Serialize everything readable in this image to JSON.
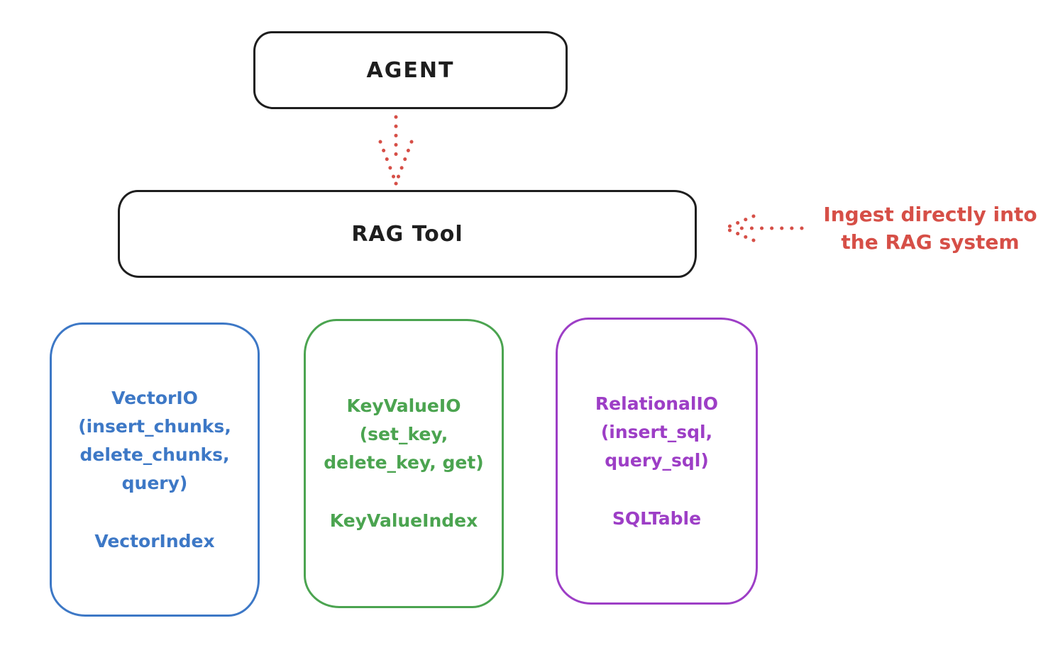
{
  "colors": {
    "black": "#1e1e1e",
    "red": "#d64f47",
    "blue": "#3d78c6",
    "green": "#4ba450",
    "purple": "#9d3ec6",
    "background": "#ffffff"
  },
  "nodes": {
    "agent": {
      "label": "AGENT"
    },
    "rag_tool": {
      "label": "RAG Tool"
    }
  },
  "annotation": {
    "line1": "Ingest directly into",
    "line2": "the RAG system"
  },
  "arrows": {
    "agent_to_rag": "dotted-arrow-down",
    "ingest_into_rag": "dotted-arrow-left"
  },
  "boxes": [
    {
      "name": "VectorIO",
      "lines": [
        "VectorIO",
        "(insert_chunks,",
        "delete_chunks,",
        "query)"
      ],
      "index_label": "VectorIndex",
      "color": "#3d78c6"
    },
    {
      "name": "KeyValueIO",
      "lines": [
        "KeyValueIO",
        "(set_key,",
        "delete_key, get)"
      ],
      "index_label": "KeyValueIndex",
      "color": "#4ba450"
    },
    {
      "name": "RelationalIO",
      "lines": [
        "RelationalIO",
        "(insert_sql,",
        "query_sql)"
      ],
      "index_label": "SQLTable",
      "color": "#9d3ec6"
    }
  ]
}
